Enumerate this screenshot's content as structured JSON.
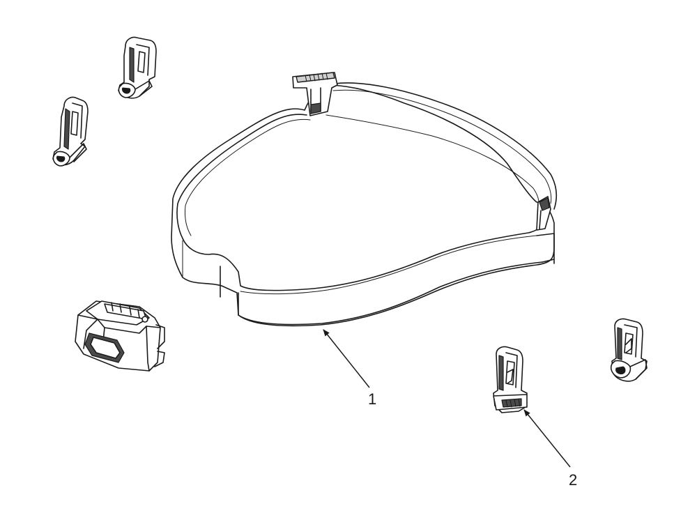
{
  "callouts": [
    {
      "id": "1",
      "label": "1"
    },
    {
      "id": "2",
      "label": "2"
    }
  ],
  "colors": {
    "line": "#1a1a1a",
    "background": "#ffffff",
    "shade_light": "#cfcfcf",
    "shade_dark": "#4a4a4a"
  }
}
